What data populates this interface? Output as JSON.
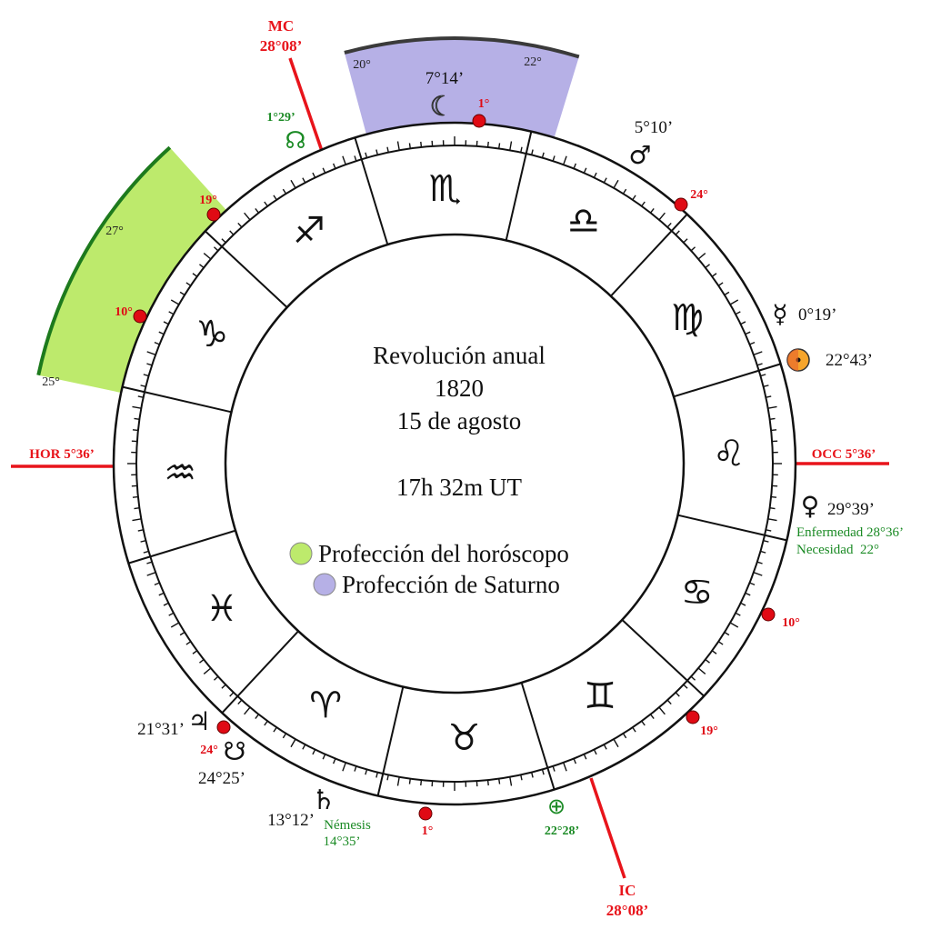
{
  "center": {
    "lines": [
      "Revolución anual",
      "1820",
      "15 de agosto",
      "17h 32m UT"
    ],
    "legend": [
      {
        "label": "Profección del horóscopo",
        "color": "#bdea6c"
      },
      {
        "label": "Profección de Saturno",
        "color": "#b6b0e6"
      }
    ]
  },
  "axes": {
    "mc": {
      "name": "MC",
      "degree": "28°08’"
    },
    "ic": {
      "name": "IC",
      "degree": "28°08’"
    },
    "hor": "HOR 5°36’",
    "occ": "OCC 5°36’"
  },
  "profections": {
    "saturn": {
      "start": "20°",
      "end": "22°",
      "color": "#b6b0e6"
    },
    "horoscope": {
      "start": "25°",
      "end": "27°",
      "color": "#bdea6c"
    }
  },
  "signs": [
    {
      "name": "scorpio",
      "glyph": "♏"
    },
    {
      "name": "libra",
      "glyph": "♎"
    },
    {
      "name": "virgo",
      "glyph": "♍"
    },
    {
      "name": "leo",
      "glyph": "♌"
    },
    {
      "name": "cancer",
      "glyph": "♋"
    },
    {
      "name": "gemini",
      "glyph": "♊"
    },
    {
      "name": "taurus",
      "glyph": "♉"
    },
    {
      "name": "aries",
      "glyph": "♈"
    },
    {
      "name": "pisces",
      "glyph": "♓"
    },
    {
      "name": "aquarius",
      "glyph": "♒"
    },
    {
      "name": "capricorn",
      "glyph": "♑"
    },
    {
      "name": "sagittarius",
      "glyph": "♐"
    }
  ],
  "markers": [
    {
      "name": "top",
      "label": "1°"
    },
    {
      "name": "upper-right",
      "label": "24°"
    },
    {
      "name": "right-lower",
      "label": "10°"
    },
    {
      "name": "lower-right",
      "label": "19°"
    },
    {
      "name": "bottom",
      "label": "1°"
    },
    {
      "name": "lower-left",
      "label": "24°"
    },
    {
      "name": "left",
      "label": "10°"
    },
    {
      "name": "upper-left",
      "label": "19°"
    }
  ],
  "planets": {
    "moon": {
      "glyph": "☾",
      "degree": "7°14’"
    },
    "mars": {
      "glyph": "♂",
      "degree": "5°10’"
    },
    "mercury": {
      "glyph": "☿",
      "degree": "0°19’"
    },
    "sun": {
      "degree": "22°43’"
    },
    "venus": {
      "glyph": "♀",
      "degree": "29°39’"
    },
    "jupiter": {
      "glyph": "♃",
      "degree": "21°31’"
    },
    "south_node": {
      "glyph": "☋",
      "degree": "24°25’"
    },
    "saturn": {
      "glyph": "♄",
      "degree": "13°12’"
    },
    "north_node": {
      "glyph": "☊",
      "degree": "1°29’"
    },
    "part_fortune": {
      "glyph": "⊕",
      "degree": "22°28’"
    }
  },
  "lots": {
    "enfermedad": "Enfermedad 28°36’",
    "necesidad": "Necesidad  22°",
    "nemesis_name": "Némesis",
    "nemesis_degree": "14°35’"
  },
  "colors": {
    "axis": "#e8141b",
    "marker": "#e00a14",
    "green_text": "#1a8a24",
    "green_edge": "#1d7a1d",
    "saturn_edge": "#3a3a3a",
    "sun_fill": "#f6a52c",
    "moon_fill": "#9ad7d4"
  }
}
